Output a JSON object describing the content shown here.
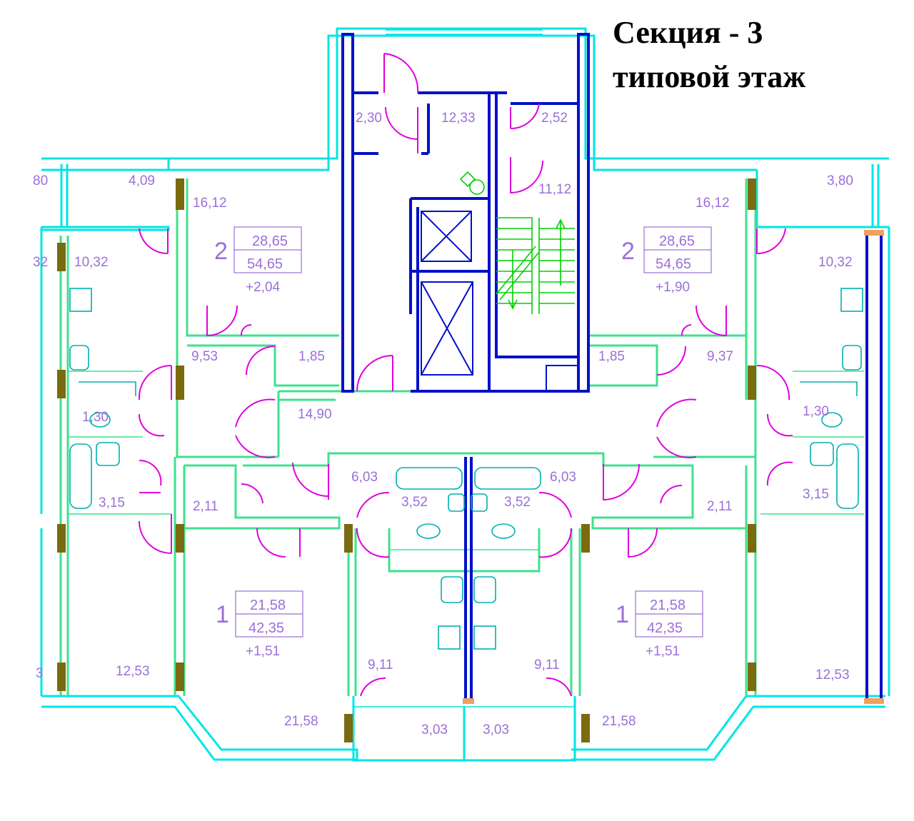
{
  "title": {
    "line1": "Секция - 3",
    "line2": "типовой этаж"
  },
  "room_areas": {
    "left_edge_top": "80",
    "left_balcony": "4,09",
    "left_room_top": "16,12",
    "left_edge_kitchen": "32",
    "left_kitchen": "10,32",
    "left_hall": "9,53",
    "left_closet": "1,85",
    "left_wc": "1,30",
    "left_bath": "3,15",
    "left_closet2": "2,11",
    "left_edge_bottom": "3",
    "left_room_bottom": "12,53",
    "center_vestibule": "2,30",
    "center_lobby": "12,33",
    "center_small": "2,52",
    "center_stair": "11,12",
    "corridor": "14,90",
    "mid_bath_left": "6,03",
    "mid_bath_right": "6,03",
    "mid_wc_left": "3,52",
    "mid_wc_right": "3,52",
    "mid_kitchen_left": "9,11",
    "mid_kitchen_right": "9,11",
    "mid_balcony_left": "3,03",
    "mid_balcony_right": "3,03",
    "mid_room_left": "21,58",
    "mid_room_right": "21,58",
    "right_room_top": "16,12",
    "right_balcony": "3,80",
    "right_kitchen": "10,32",
    "right_hall": "9,37",
    "right_closet": "1,85",
    "right_wc": "1,30",
    "right_bath": "3,15",
    "right_closet2": "2,11",
    "right_room_bottom": "12,53"
  },
  "apartments": [
    {
      "id": "apt-2-left",
      "rooms": "2",
      "living": "28,65",
      "total": "54,65",
      "extra": "+2,04"
    },
    {
      "id": "apt-2-right",
      "rooms": "2",
      "living": "28,65",
      "total": "54,65",
      "extra": "+1,90"
    },
    {
      "id": "apt-1-left",
      "rooms": "1",
      "living": "21,58",
      "total": "42,35",
      "extra": "+1,51"
    },
    {
      "id": "apt-1-right",
      "rooms": "1",
      "living": "21,58",
      "total": "42,35",
      "extra": "+1,51"
    }
  ],
  "colors": {
    "exterior_wall": "#00e5e5",
    "interior_wall": "#3ee28c",
    "structural_wall": "#0010c8",
    "door": "#e000e0",
    "stair": "#00d000",
    "label": "#9b6fd8",
    "window_marker": "#7a6a10"
  }
}
